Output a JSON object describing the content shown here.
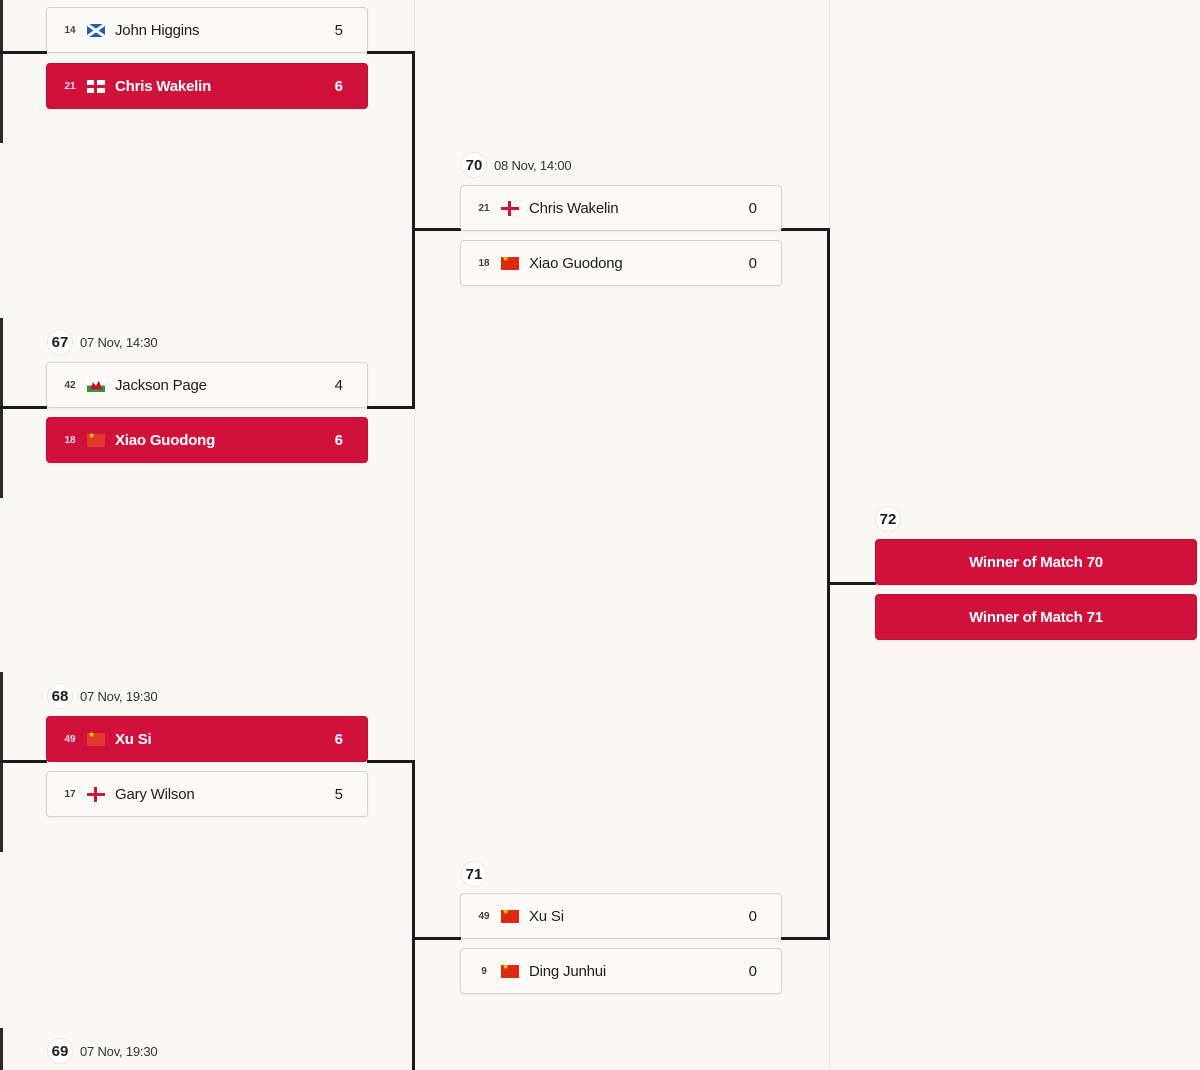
{
  "colors": {
    "accent": "#d0113b",
    "background": "#faf8f3",
    "connector": "#1a1a1a"
  },
  "round1": {
    "match_66": {
      "p1": {
        "seed": "14",
        "flag": "scotland-flag-icon",
        "name": "John Higgins",
        "score": "5"
      },
      "p2": {
        "seed": "21",
        "flag": "england-flag-icon",
        "name": "Chris Wakelin",
        "score": "6"
      }
    },
    "match_67": {
      "number": "67",
      "date": "07 Nov, 14:30",
      "p1": {
        "seed": "42",
        "flag": "wales-flag-icon",
        "name": "Jackson Page",
        "score": "4"
      },
      "p2": {
        "seed": "18",
        "flag": "china-flag-icon",
        "name": "Xiao Guodong",
        "score": "6"
      }
    },
    "match_68": {
      "number": "68",
      "date": "07 Nov, 19:30",
      "p1": {
        "seed": "49",
        "flag": "china-flag-icon",
        "name": "Xu Si",
        "score": "6"
      },
      "p2": {
        "seed": "17",
        "flag": "england-flag-icon",
        "name": "Gary Wilson",
        "score": "5"
      }
    },
    "match_69": {
      "number": "69",
      "date": "07 Nov, 19:30"
    }
  },
  "round2": {
    "match_70": {
      "number": "70",
      "date": "08 Nov, 14:00",
      "p1": {
        "seed": "21",
        "flag": "england-flag-icon",
        "name": "Chris Wakelin",
        "score": "0"
      },
      "p2": {
        "seed": "18",
        "flag": "china-flag-icon",
        "name": "Xiao Guodong",
        "score": "0"
      }
    },
    "match_71": {
      "number": "71",
      "p1": {
        "seed": "49",
        "flag": "china-flag-icon",
        "name": "Xu Si",
        "score": "0"
      },
      "p2": {
        "seed": "9",
        "flag": "china-flag-icon",
        "name": "Ding Junhui",
        "score": "0"
      }
    }
  },
  "round3": {
    "match_72": {
      "number": "72",
      "slot1": "Winner of Match 70",
      "slot2": "Winner of Match 71"
    }
  }
}
